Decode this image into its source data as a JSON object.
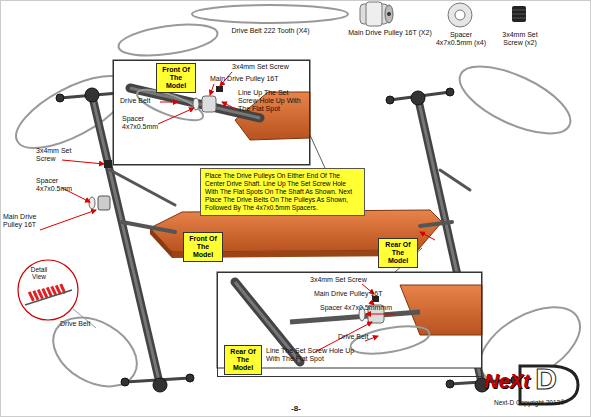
{
  "diagram": {
    "nodes": [
      {
        "text": [
          "3x4mm Set Screw",
          "Main Drive Pulley 16T",
          "Drive Belt",
          "Spacer 4x7x0.5mm",
          "Line Up The Set Screw Hole Up With The Flat Spot"
        ]
      },
      {
        "text": [
          "Front Of The Model"
        ],
        "in": 0
      },
      {
        "text": [
          "Place The Drive Pulleys On Either End Of The Center Drive Shaft. Line Up The Set Screw Hole With The Flat Spots On The Shaft As Shown. Next Place The Drive Belts On The Pulleys As Shown, Followed By The 4x7x0.5mm Spacers."
        ]
      },
      {
        "text": [
          "Front Of The Model"
        ]
      },
      {
        "text": [
          "Rear Of The Model"
        ]
      },
      {
        "text": [
          "3x4mm Set Screw",
          "Main Drive Pulley 16T",
          "Spacer 4x7x0.5mmmm",
          "Drive Belt",
          "Line The Set Screw Hole Up With The Flat Spot"
        ]
      },
      {
        "text": [
          "Rear Of The Model"
        ],
        "in": 5
      }
    ],
    "labels": [
      "Drive Belt 222 Tooth (X4)",
      "Main Drive Pulley 16T (X2)",
      "Spacer 4x7x0.5mm (x4)",
      "3x4mm Set Screw (x2)",
      "3x4mm Set Screw",
      "Spacer 4x7x0.5mm",
      "Main Drive Pulley 16T",
      "Detail View",
      "Drive Belt",
      "D",
      "NeXt",
      "Next-D Copyright 2013©",
      "-8-"
    ]
  }
}
